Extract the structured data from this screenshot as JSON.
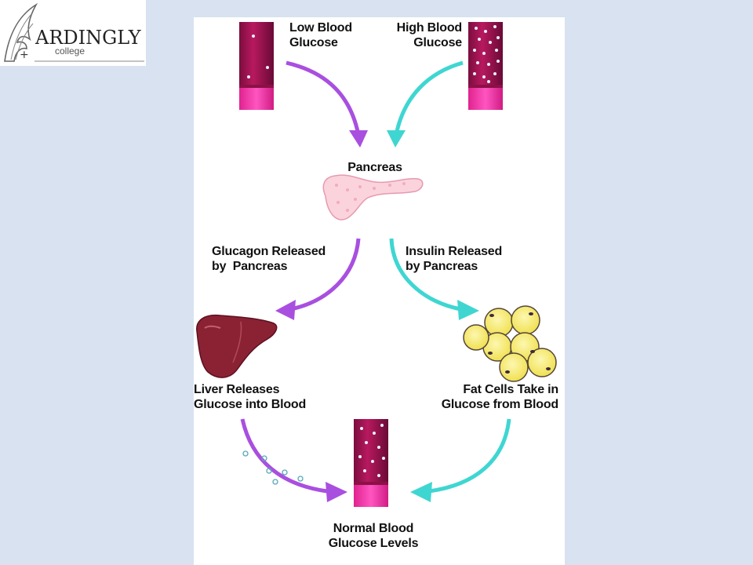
{
  "logo": {
    "name": "ARDINGLY",
    "sub": "college"
  },
  "labels": {
    "low": "Low Blood\nGlucose",
    "high": "High Blood\nGlucose",
    "pancreas": "Pancreas",
    "glucagon": "Glucagon Released\nby  Pancreas",
    "insulin": "Insulin Released\nby Pancreas",
    "liver": "Liver Releases\nGlucose into Blood",
    "fat": "Fat Cells Take in\nGlucose from Blood",
    "normal": "Normal Blood\nGlucose Levels"
  },
  "colors": {
    "purple": "#a94fe0",
    "cyan": "#3fd6d2",
    "vessel": "#b0185e",
    "vessel_base": "#f23aa8"
  }
}
